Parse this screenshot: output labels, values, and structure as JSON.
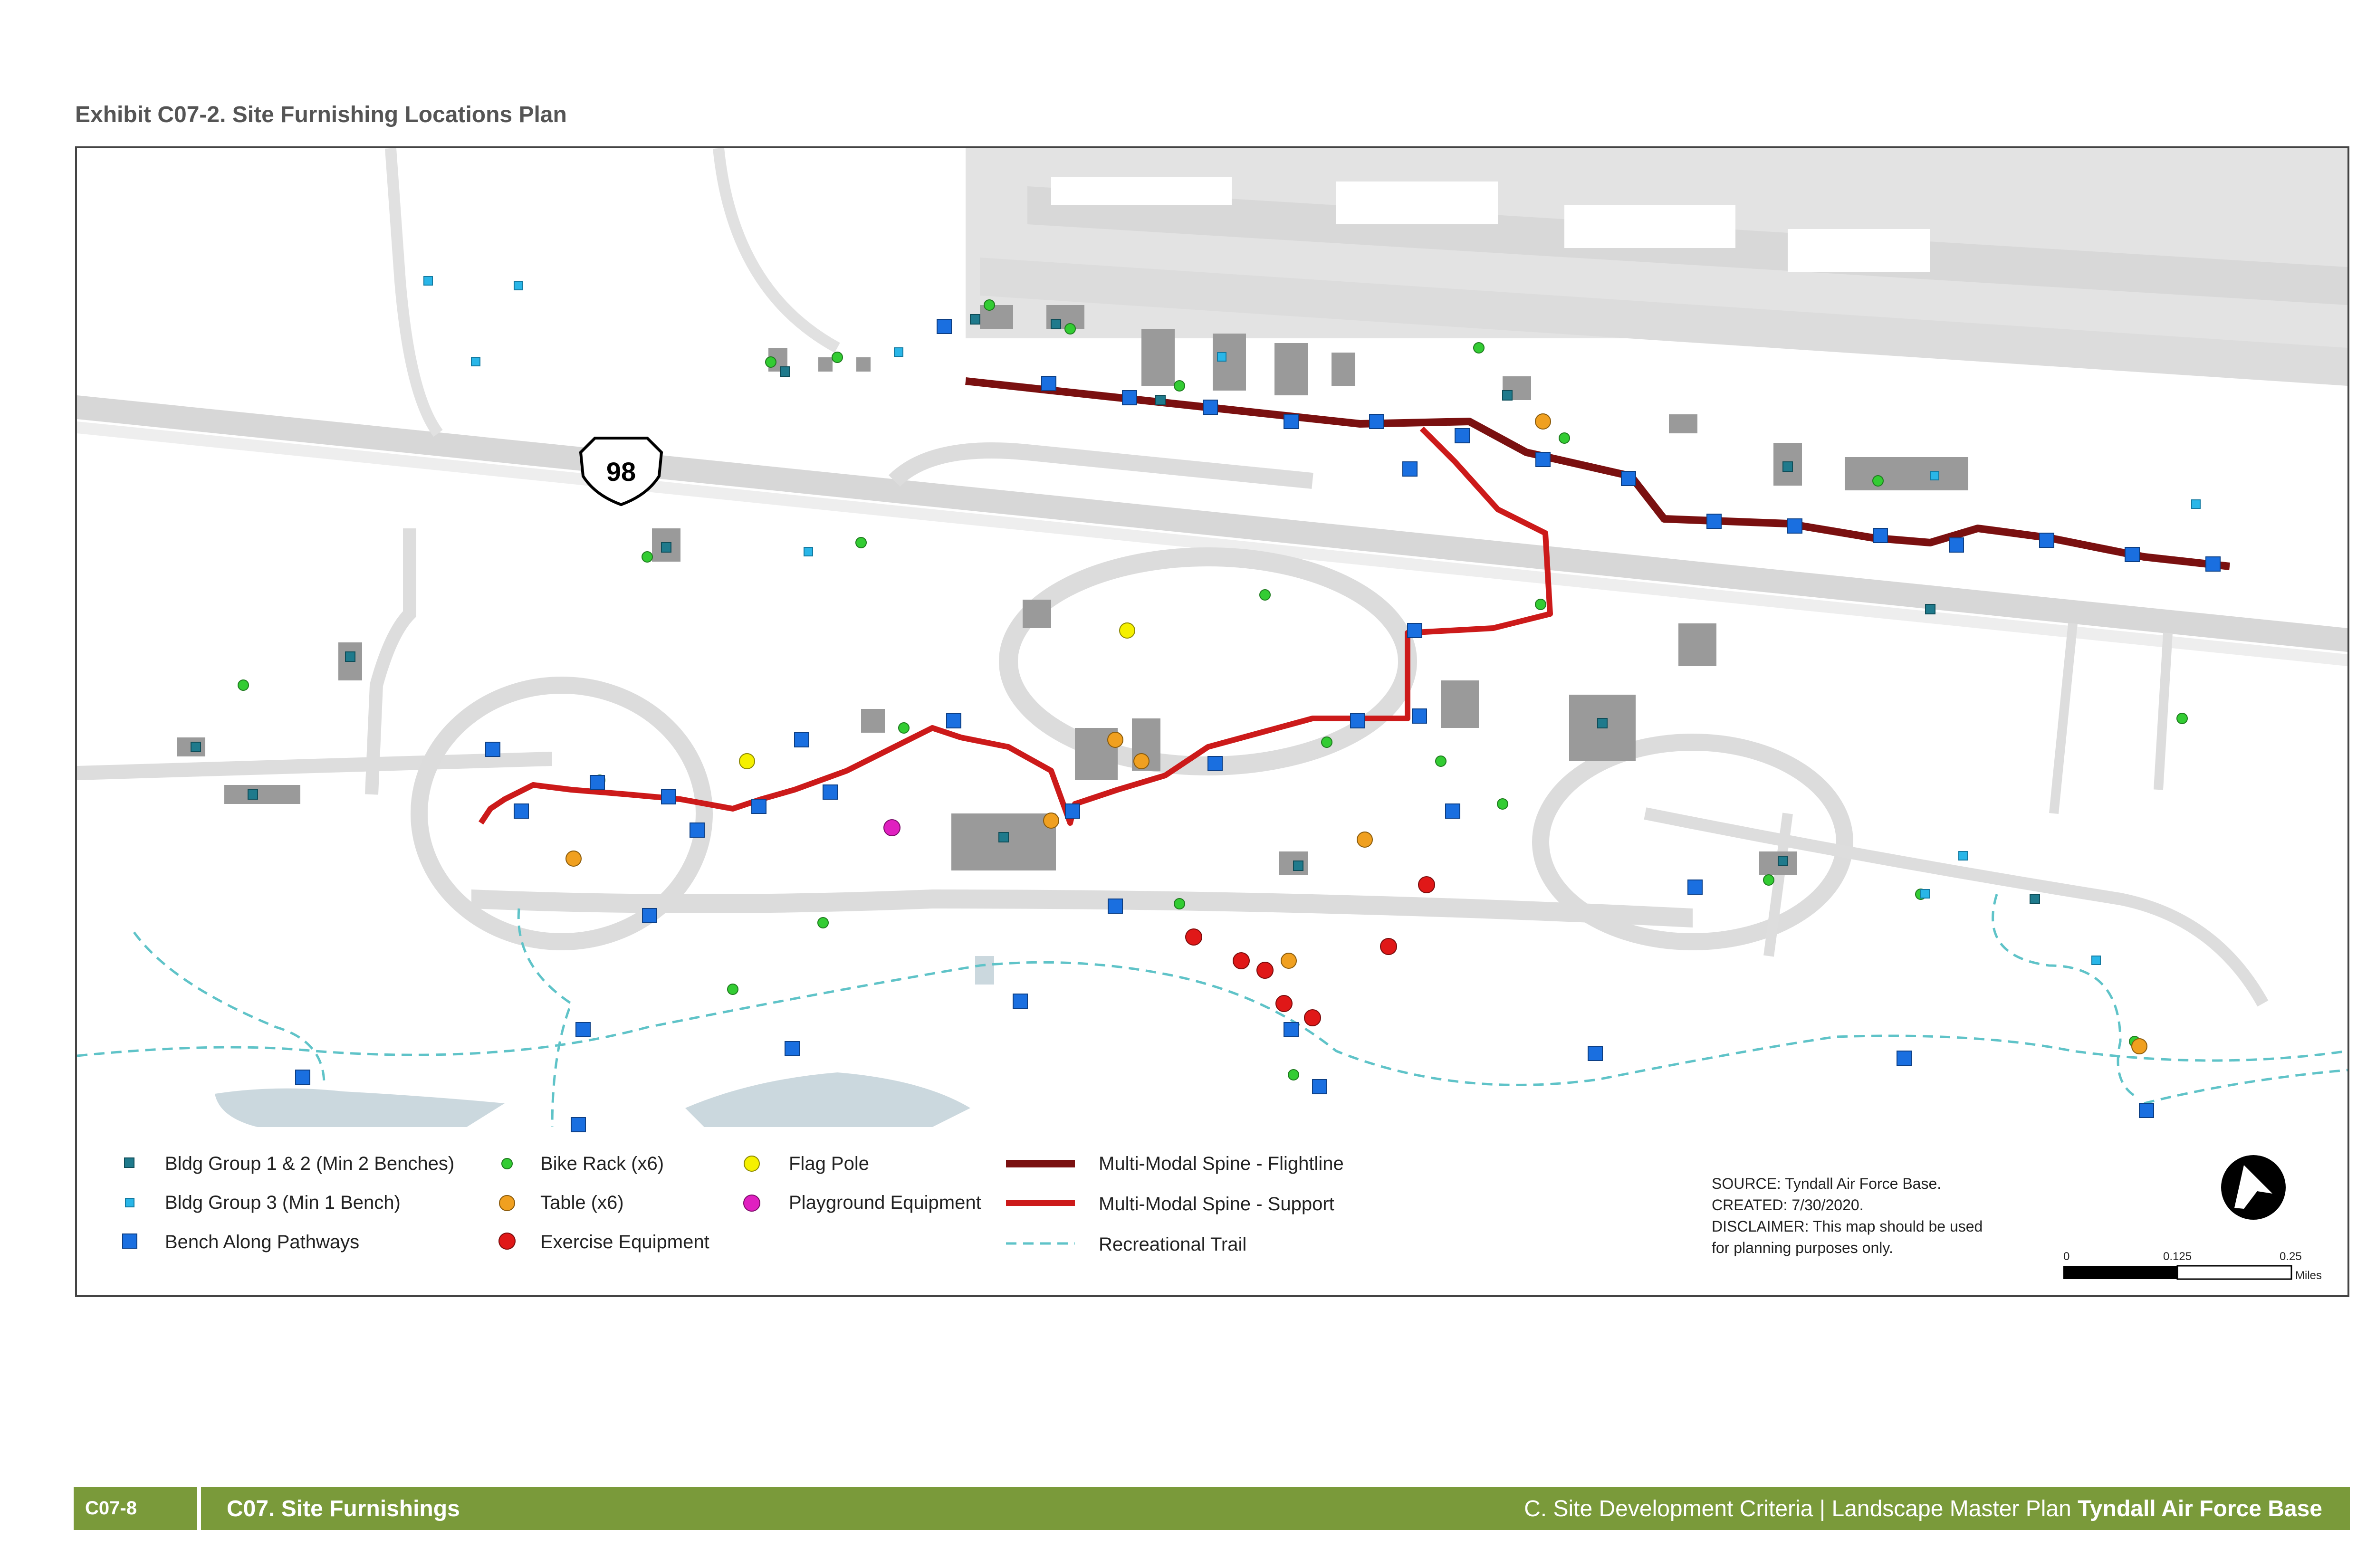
{
  "exhibit_title": "Exhibit C07-2. Site Furnishing Locations Plan",
  "route_shield": "98",
  "legend": {
    "bldg_group_12": "Bldg Group 1 & 2 (Min 2 Benches)",
    "bldg_group_3": "Bldg Group 3 (Min 1 Bench)",
    "bench_pathways": "Bench Along Pathways",
    "bike_rack": "Bike Rack (x6)",
    "table": "Table (x6)",
    "exercise": "Exercise Equipment",
    "flag_pole": "Flag Pole",
    "playground": "Playground Equipment",
    "spine_flightline": "Multi-Modal Spine - Flightline",
    "spine_support": "Multi-Modal Spine - Support",
    "rec_trail": "Recreational Trail"
  },
  "source": {
    "line1": "SOURCE: Tyndall Air Force Base.",
    "line2": "CREATED: 7/30/2020.",
    "line3": "DISCLAIMER: This map should be used",
    "line4": "for planning purposes only."
  },
  "scale_bar": {
    "tick_0": "0",
    "tick_1": "0.125",
    "tick_2": "0.25",
    "unit": "Miles"
  },
  "footer": {
    "page": "C07-8",
    "section": "C07. Site Furnishings",
    "criteria": "C. Site Development Criteria",
    "separator": "|",
    "plan": "Landscape Master Plan",
    "base": "Tyndall Air Force Base"
  },
  "colors": {
    "spine_flightline": "#7a1010",
    "spine_support": "#cc1a1a",
    "rec_trail": "#5fc3c8",
    "bldg_group_12": "#1f7a8c",
    "bldg_group_3": "#29b6e8",
    "bench": "#1a6fe0",
    "bike_rack": "#33cc33",
    "table": "#f0a020",
    "exercise": "#e01818",
    "flag_pole": "#f5f000",
    "playground": "#e020c0",
    "footer_band": "#7a9a3a"
  }
}
